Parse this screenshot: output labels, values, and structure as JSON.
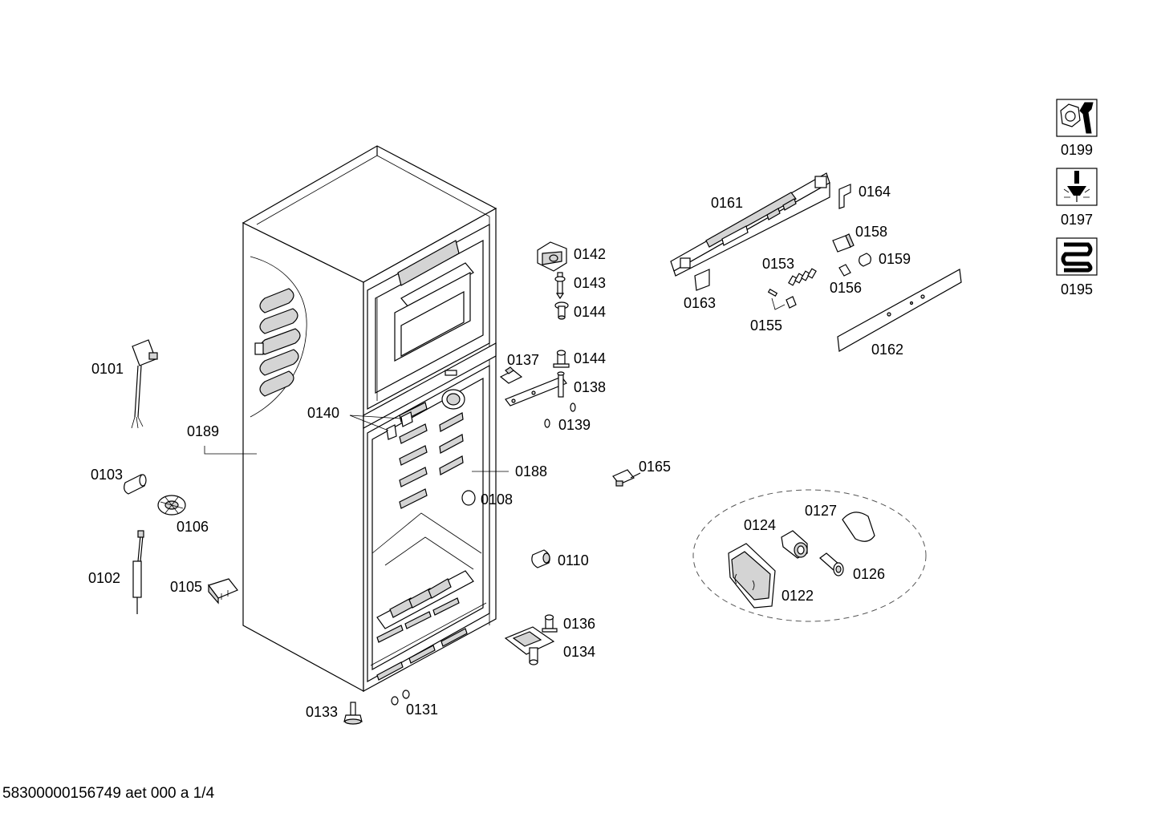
{
  "labels": {
    "p0101": "0101",
    "p0102": "0102",
    "p0103": "0103",
    "p0105": "0105",
    "p0106": "0106",
    "p0108": "0108",
    "p0110": "0110",
    "p0122": "0122",
    "p0124": "0124",
    "p0126": "0126",
    "p0127": "0127",
    "p0131": "0131",
    "p0133": "0133",
    "p0134": "0134",
    "p0136": "0136",
    "p0137": "0137",
    "p0138": "0138",
    "p0139": "0139",
    "p0140": "0140",
    "p0142": "0142",
    "p0143": "0143",
    "p0144a": "0144",
    "p0144b": "0144",
    "p0153": "0153",
    "p0155": "0155",
    "p0156": "0156",
    "p0158": "0158",
    "p0159": "0159",
    "p0161": "0161",
    "p0162": "0162",
    "p0163": "0163",
    "p0164": "0164",
    "p0165": "0165",
    "p0188": "0188",
    "p0189": "0189",
    "p0195": "0195",
    "p0197": "0197",
    "p0199": "0199"
  },
  "legend_icons": [
    "wrench-nut-icon",
    "screwdriver-icon",
    "heating-coil-icon"
  ],
  "footer": "58300000156749 aet 000 a 1/4"
}
